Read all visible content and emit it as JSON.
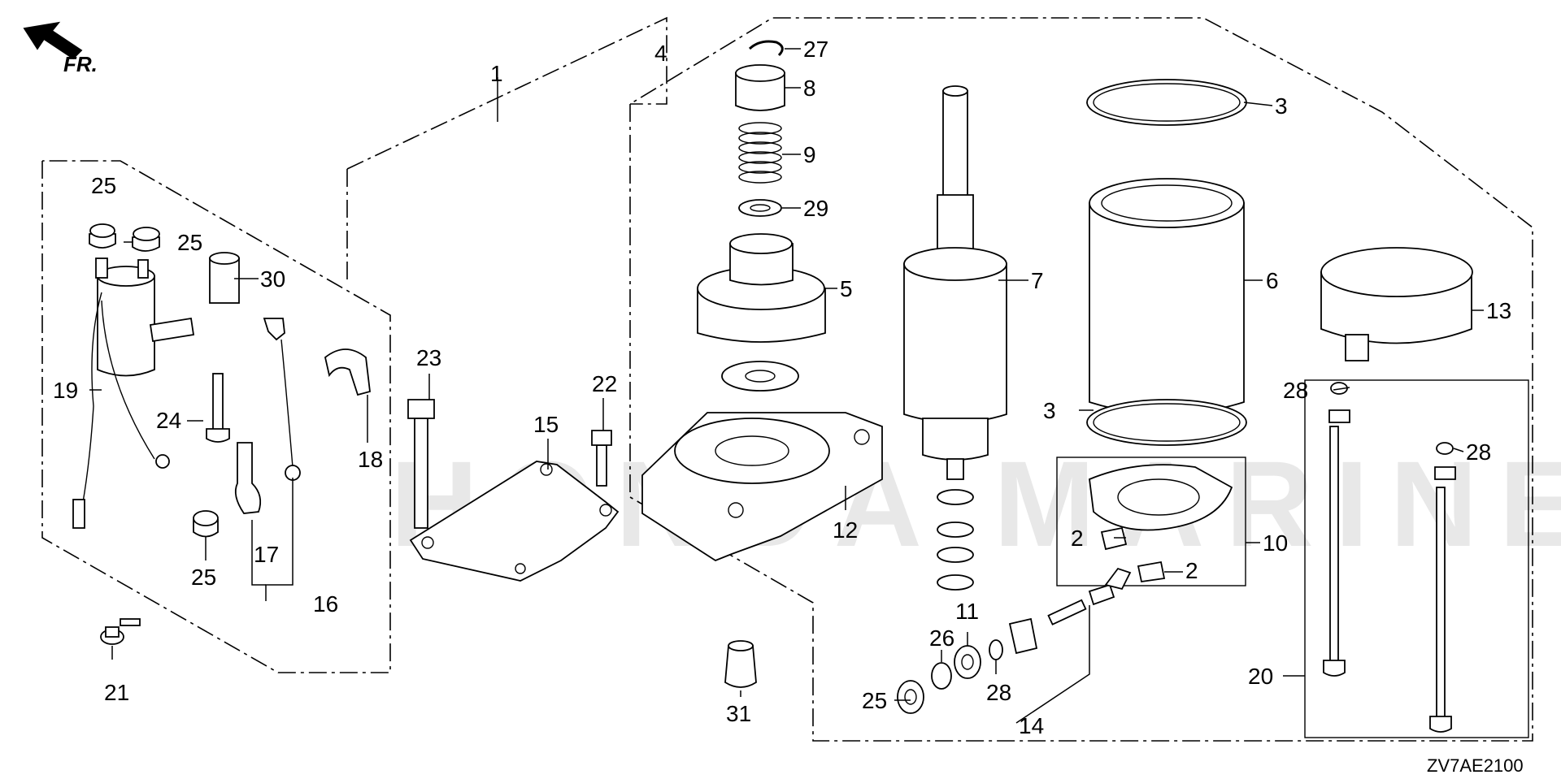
{
  "orientation": {
    "label": "FR."
  },
  "drawing_code": "ZV7AE2100",
  "watermark": "HONDA MARINE",
  "callouts": {
    "c1": "1",
    "c2a": "2",
    "c2b": "2",
    "c3a": "3",
    "c3b": "3",
    "c4": "4",
    "c5": "5",
    "c6": "6",
    "c7": "7",
    "c8": "8",
    "c9": "9",
    "c10": "10",
    "c11": "11",
    "c12": "12",
    "c13": "13",
    "c14": "14",
    "c15": "15",
    "c16": "16",
    "c17": "17",
    "c18": "18",
    "c19": "19",
    "c20": "20",
    "c21": "21",
    "c22": "22",
    "c23": "23",
    "c24": "24",
    "c25a": "25",
    "c25b": "25",
    "c25c": "25",
    "c25d": "25",
    "c26": "26",
    "c27": "27",
    "c28a": "28",
    "c28b": "28",
    "c28c": "28",
    "c29": "29",
    "c30": "30",
    "c31": "31"
  }
}
